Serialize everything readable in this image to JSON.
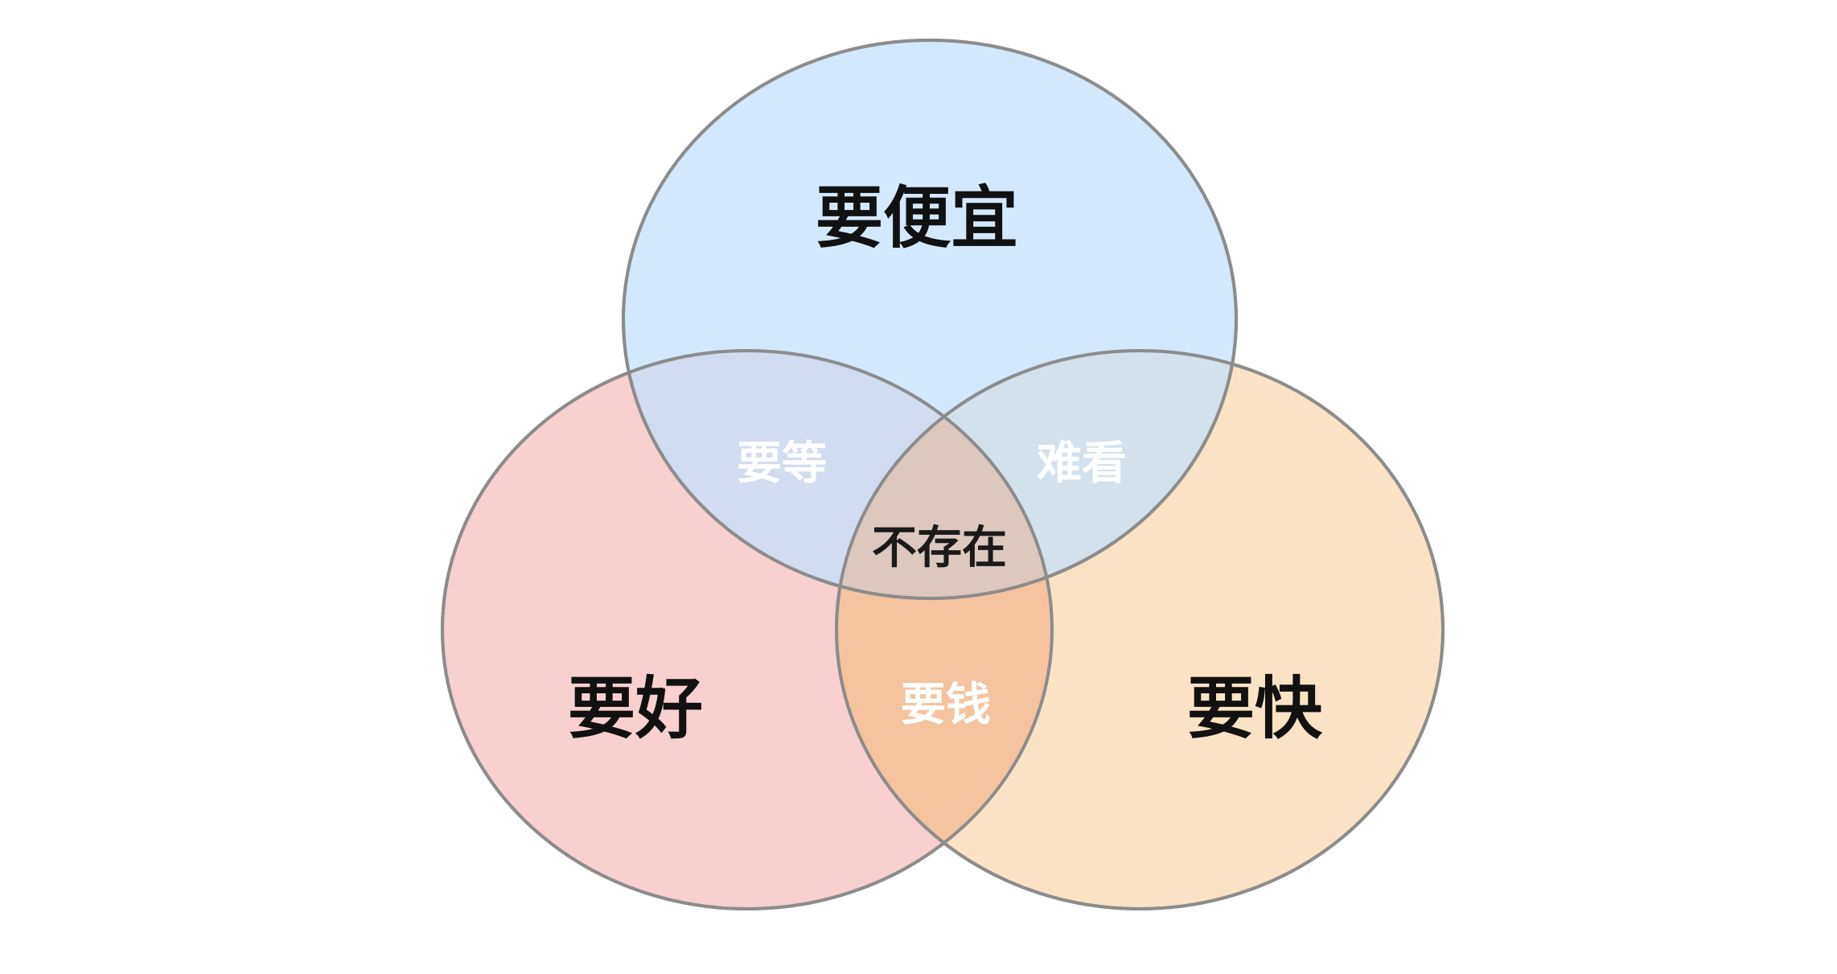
{
  "diagram": {
    "type": "venn-3",
    "sets": [
      {
        "id": "cheap",
        "label": "要便宜",
        "color": "#c5e0fb"
      },
      {
        "id": "good",
        "label": "要好",
        "color": "#f7c8c8"
      },
      {
        "id": "fast",
        "label": "要快",
        "color": "#f8d9b0"
      }
    ],
    "intersections": {
      "cheap_good": "要等",
      "cheap_fast": "难看",
      "good_fast": "要钱",
      "all": "不存在"
    },
    "outline_color": "#8c8c8c"
  }
}
